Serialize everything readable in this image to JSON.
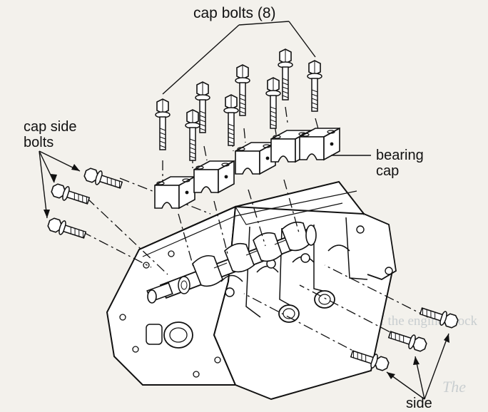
{
  "diagram": {
    "labels": {
      "cap_bolts": "cap bolts (8)",
      "cap_side_bolts": "cap side\nbolts",
      "bearing_cap": "bearing\ncap",
      "bottom_cut": "side"
    },
    "bleed_through_text": {
      "line_1": "each side of the engine block",
      "line_2": "The"
    }
  }
}
